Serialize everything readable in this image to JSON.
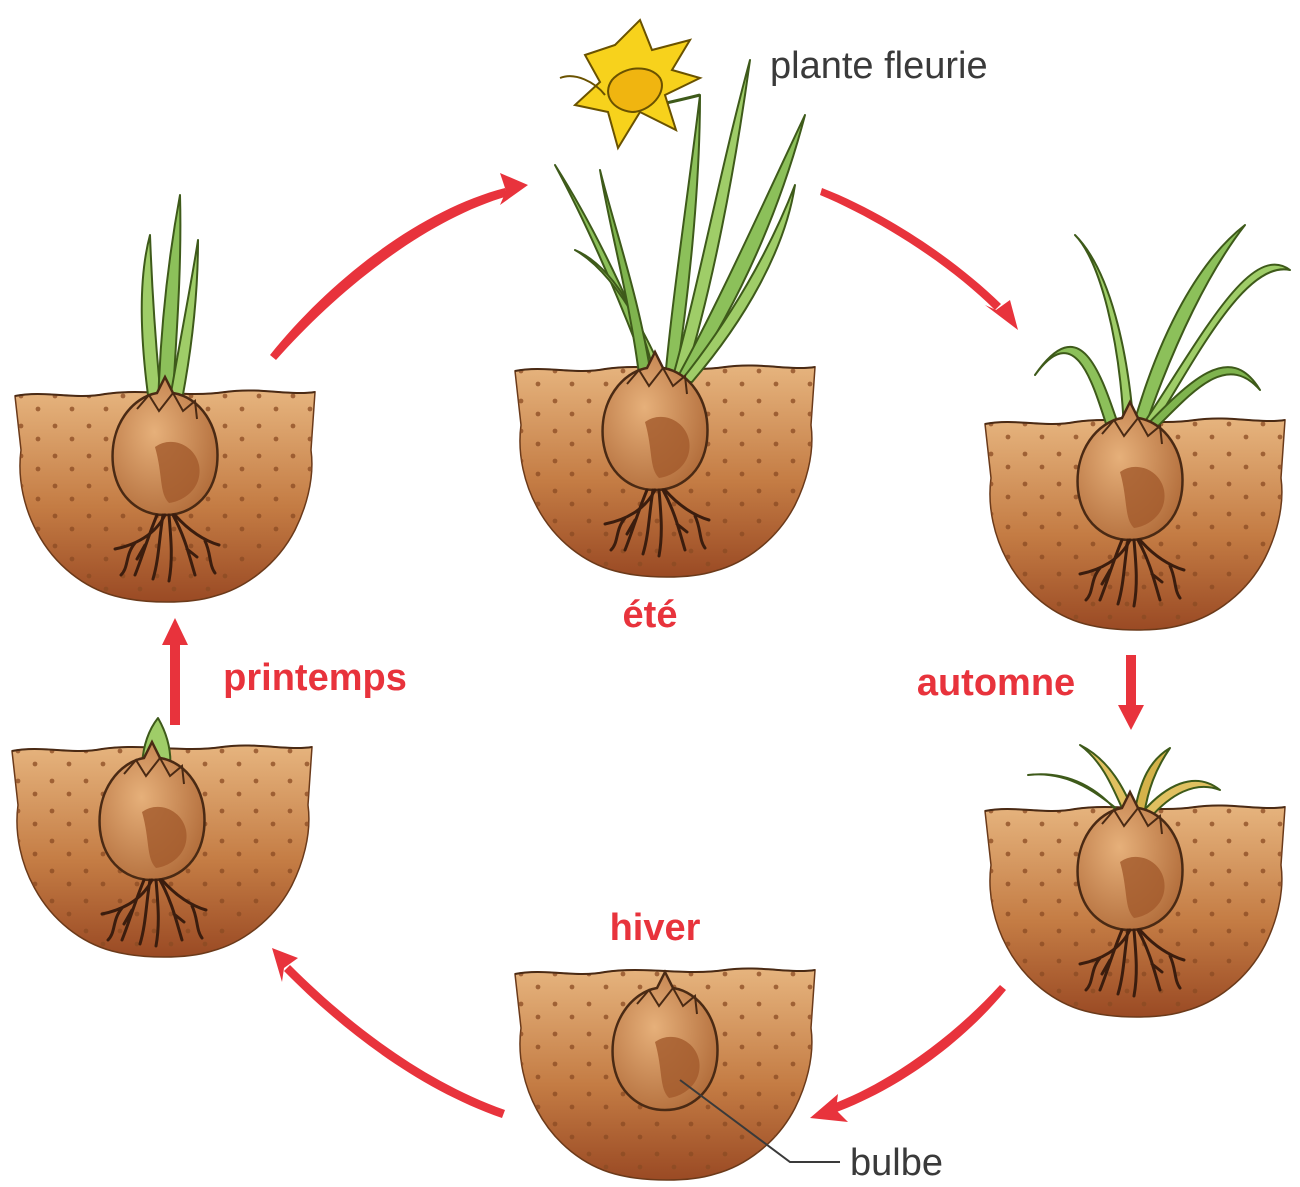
{
  "labels": {
    "ete": "été",
    "printemps": "printemps",
    "automne": "automne",
    "hiver": "hiver",
    "plante_fleurie": "plante fleurie",
    "bulbe": "bulbe"
  },
  "colors": {
    "season_text": "#e8333c",
    "arrow": "#e8333c",
    "soil_light": "#d9a06a",
    "soil_dark": "#a0522d",
    "bulb": "#c98a55",
    "leaf_green": "#8cc05a",
    "leaf_dry": "#d4b24a",
    "flower": "#f7d21c"
  },
  "icons": [
    "daffodil-flower-icon",
    "bulb-icon",
    "roots-icon",
    "soil-icon",
    "cycle-arrow-icon"
  ]
}
